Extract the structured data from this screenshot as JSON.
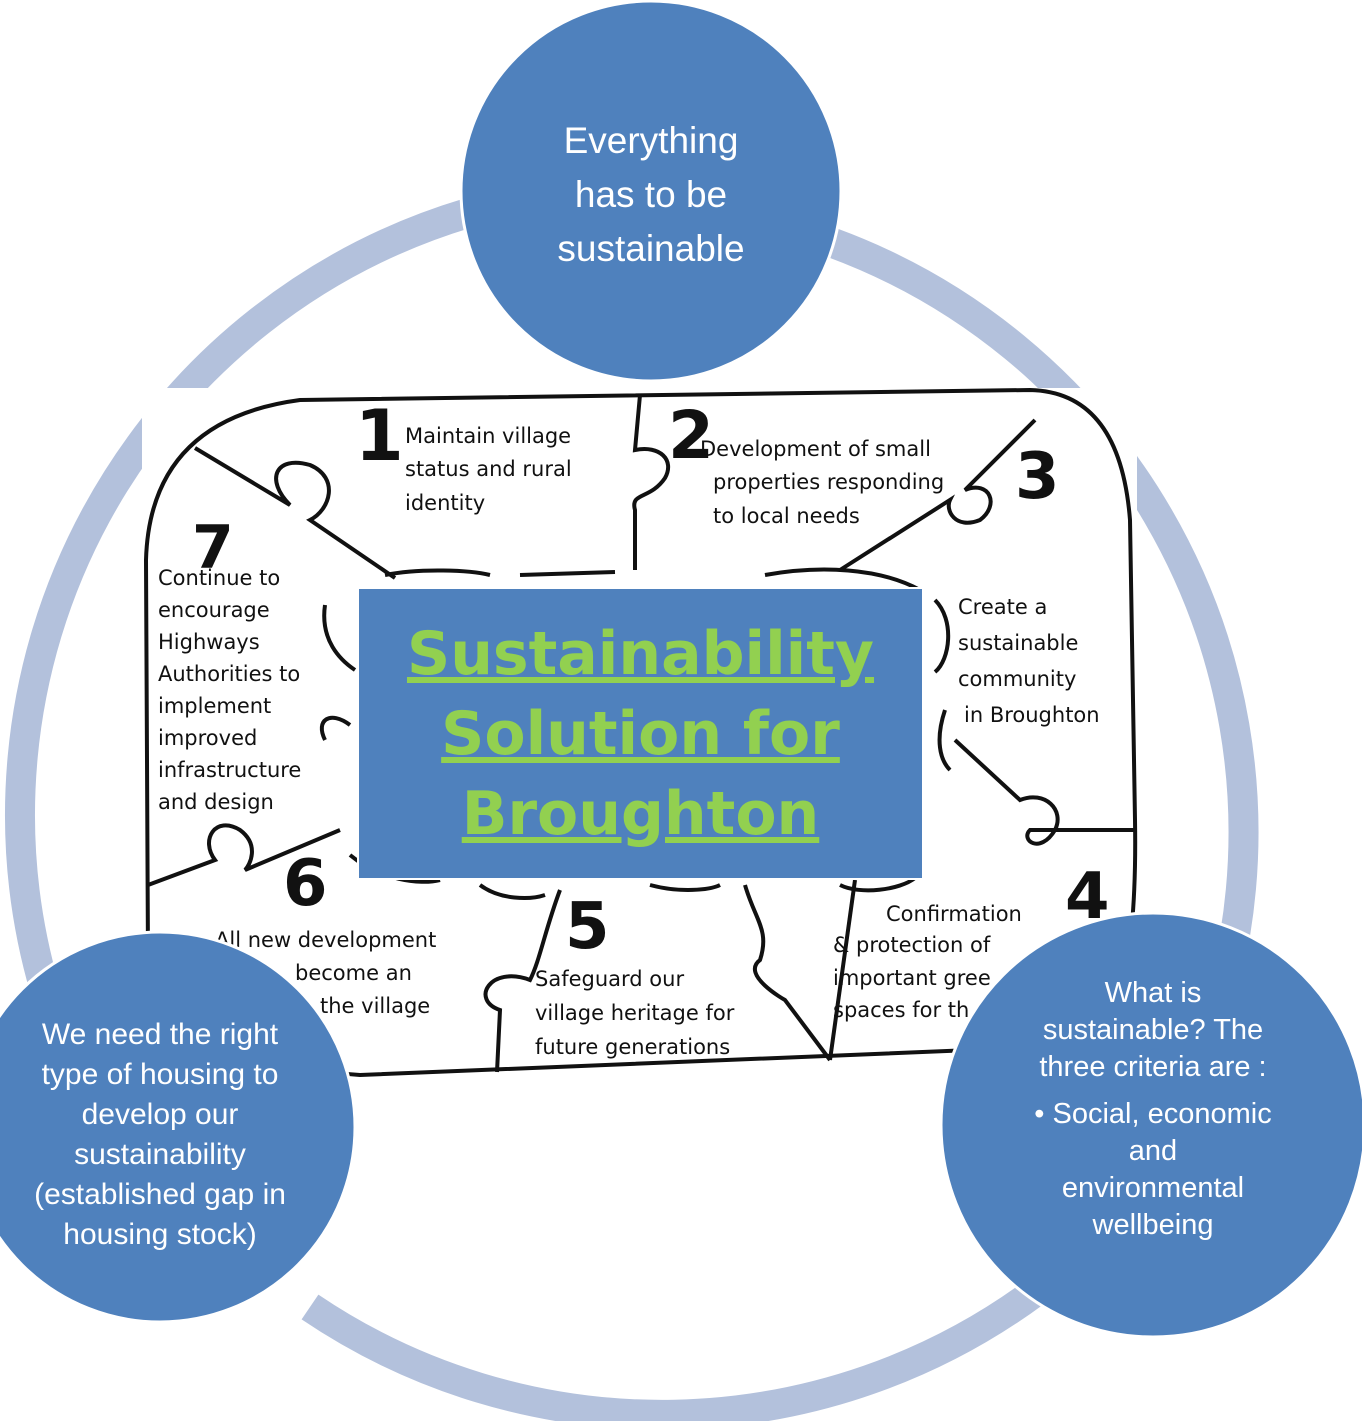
{
  "title": {
    "line1": "Sustainability",
    "line2": "Solution for",
    "line3": "Broughton"
  },
  "circles": {
    "top": {
      "lines": [
        "Everything",
        "has to be",
        "sustainable"
      ]
    },
    "left": {
      "lines": [
        "We need the right",
        "type of housing to",
        "develop our",
        "sustainability",
        "(established gap in",
        "housing stock)"
      ]
    },
    "right": {
      "lines": [
        "What is",
        "sustainable? The",
        "three criteria are :"
      ],
      "bullet": [
        "• Social, economic",
        "and",
        "environmental",
        "wellbeing"
      ]
    }
  },
  "puzzle": {
    "p1": {
      "num": "1",
      "lines": [
        "Maintain village",
        "status and rural",
        "identity"
      ]
    },
    "p2": {
      "num": "2",
      "lines": [
        "Development of small",
        "properties responding",
        "to local needs"
      ]
    },
    "p3": {
      "num": "3",
      "lines": [
        "Create a",
        "sustainable",
        "community",
        "in Broughton"
      ]
    },
    "p4": {
      "num": "4",
      "lines": [
        "Confirmation",
        "& protection of",
        "important gree",
        "spaces for th"
      ]
    },
    "p5": {
      "num": "5",
      "lines": [
        "Safeguard our",
        "village heritage for",
        "future generations"
      ]
    },
    "p6": {
      "num": "6",
      "lines": [
        "All new development",
        "become an",
        "the village"
      ]
    },
    "p7": {
      "num": "7",
      "lines": [
        "Continue to",
        "encourage",
        "Highways",
        "Authorities to",
        "implement",
        "improved",
        "infrastructure",
        "and design"
      ]
    }
  },
  "colors": {
    "ring": "#b3c1dc",
    "circle": "#4f81bd",
    "title_text": "#92d050"
  }
}
